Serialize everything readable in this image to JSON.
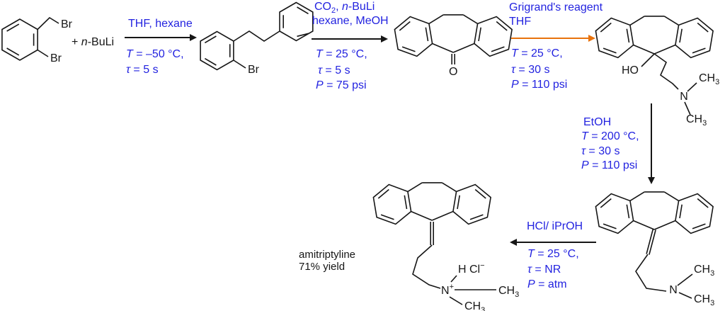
{
  "title": "Amitriptyline flow synthesis scheme",
  "colors": {
    "condition_text_blue": "#2323e0",
    "grignard_arrow_orange": "#e8720c",
    "structure_ink": "#161616",
    "background": "#ffffff"
  },
  "atoms": {
    "br": "Br",
    "o": "O",
    "ho": "HO",
    "n": "N",
    "plus_charge": "+",
    "ch": "CH",
    "three": "3",
    "h_cl": "H Cl",
    "minus_charge": "−"
  },
  "reagent_inline": {
    "plus": "+ ",
    "n_italic": "n",
    "buli": "-BuLi"
  },
  "steps": {
    "s1": {
      "above1": "THF, hexane",
      "t_var": "T",
      "t_rest": " = –50 °C,",
      "tau_var": "τ",
      "tau_rest": " = 5 s"
    },
    "s2": {
      "above1_pre": "CO",
      "above1_sub": "2",
      "above1_mid": ", ",
      "above1_it": "n",
      "above1_post": "-BuLi",
      "above2": "hexane, MeOH",
      "t_var": "T",
      "t_rest": " = 25 °C,",
      "tau_var": "τ",
      "tau_rest": " = 5 s",
      "p_var": "P",
      "p_rest": " = 75 psi"
    },
    "s3": {
      "above1": "Grigrand's reagent",
      "above2": "THF",
      "t_var": "T",
      "t_rest": " = 25 °C,",
      "tau_var": "τ",
      "tau_rest": " = 30 s",
      "p_var": "P",
      "p_rest": " = 110 psi"
    },
    "s4": {
      "above1": "EtOH",
      "t_var": "T",
      "t_rest": " = 200 °C,",
      "tau_var": "τ",
      "tau_rest": " = 30 s",
      "p_var": "P",
      "p_rest": " = 110 psi"
    },
    "s5": {
      "above1": "HCl/ iPrOH",
      "t_var": "T",
      "t_rest": " = 25 °C,",
      "tau_var": "τ",
      "tau_rest": " = NR",
      "p_var": "P",
      "p_rest": " = atm"
    }
  },
  "product": {
    "name": "amitriptyline",
    "yield_text": "71% yield"
  }
}
